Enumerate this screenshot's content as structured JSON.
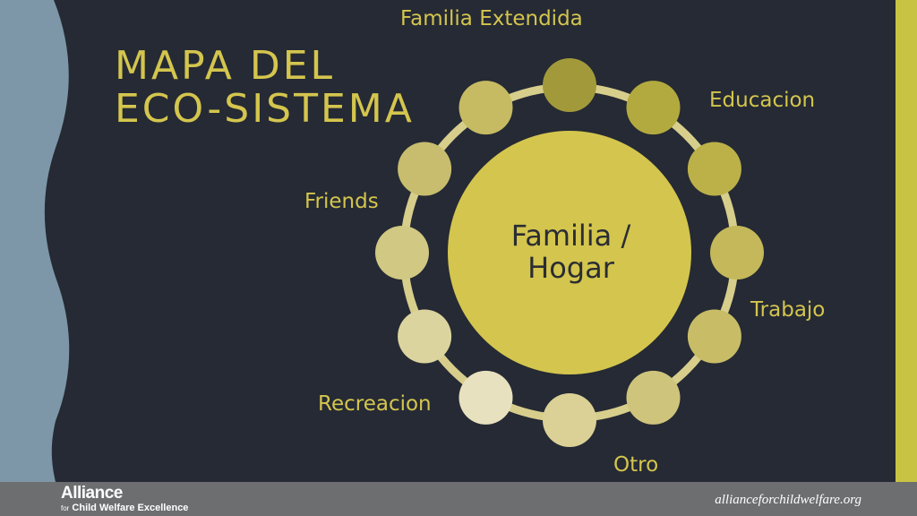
{
  "slide": {
    "title_lines": [
      "MAPA DEL",
      "ECO-SISTEMA"
    ],
    "center_label_lines": [
      "Familia /",
      "Hogar"
    ]
  },
  "diagram": {
    "labels": {
      "familia_extendida": "Familia Extendida",
      "educacion": "Educacion",
      "friends": "Friends",
      "trabajo": "Trabajo",
      "recreacion": "Recreacion",
      "otro": "Otro"
    },
    "node_colors": [
      "#a29a3a",
      "#b3aa3f",
      "#bcb149",
      "#c4b85a",
      "#c8bd66",
      "#cfc47c",
      "#dbd196",
      "#e8e1bf",
      "#dcd49e",
      "#d0c883",
      "#c8bd6e",
      "#c6bb63"
    ]
  },
  "colors": {
    "background": "#252a34",
    "title": "#d4c54e",
    "center_fill": "#d4c54e",
    "ring": "#d7ce8c",
    "wave": "#7e97a8",
    "accent_bar": "#c9c344",
    "footer": "#6d6e70"
  },
  "footer": {
    "logo_main": "Alliance",
    "logo_prefix": "for",
    "logo_rest": "Child Welfare Excellence",
    "url": "allianceforchildwelfare.org"
  }
}
